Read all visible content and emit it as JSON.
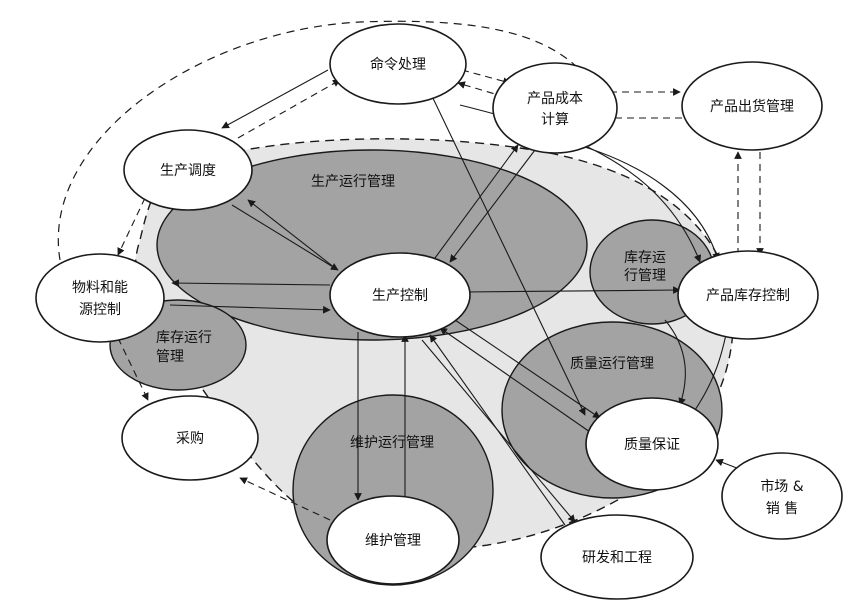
{
  "colors": {
    "white": "#ffffff",
    "dark_region": "#a3a3a3",
    "light_region": "#e6e6e6",
    "stroke": "#1a1a1a"
  },
  "nodes": {
    "command": "命令处理",
    "cost_line1": "产品成本",
    "cost_line2": "计算",
    "shipping": "产品出货管理",
    "scheduling": "生产调度",
    "material_line1": "物料和能",
    "material_line2": "源控制",
    "control": "生产控制",
    "inventory": "产品库存控制",
    "purchasing": "采购",
    "maintenance": "维护管理",
    "quality": "质量保证",
    "market_line1": "市场 &",
    "market_line2": "销 售",
    "rnd": "研发和工程"
  },
  "regions": {
    "production_ops": "生产运行管理",
    "inventory_ops_right_line1": "库存运",
    "inventory_ops_right_line2": "行管理",
    "inventory_ops_left_line1": "库存运行",
    "inventory_ops_left_line2": "管理",
    "quality_ops": "质量运行管理",
    "maintenance_ops": "维护运行管理"
  }
}
